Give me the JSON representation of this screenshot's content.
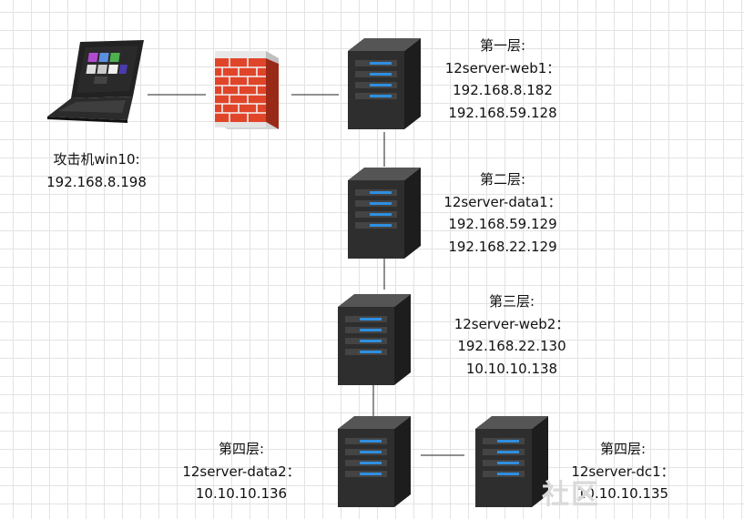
{
  "attacker": {
    "label": "攻击机win10:",
    "ip": "192.168.8.198"
  },
  "layers": [
    {
      "layer": "第一层:",
      "name": "12server-web1：",
      "ips": [
        "192.168.8.182",
        "192.168.59.128"
      ]
    },
    {
      "layer": "第二层:",
      "name": "12server-data1：",
      "ips": [
        "192.168.59.129",
        "192.168.22.129"
      ]
    },
    {
      "layer": "第三层:",
      "name": "12server-web2：",
      "ips": [
        "192.168.22.130",
        "10.10.10.138"
      ]
    },
    {
      "layer": "第四层:",
      "name": "12server-data2：",
      "ips": [
        "10.10.10.136"
      ]
    },
    {
      "layer": "第四层:",
      "name": "12server-dc1：",
      "ips": [
        "10.10.10.135"
      ]
    }
  ],
  "watermark": "社区",
  "icons": {
    "laptop": "laptop-icon",
    "firewall": "firewall-icon",
    "server": "server-icon"
  },
  "colors": {
    "server_body": "#2b2b2b",
    "server_led": "#2f8fe0",
    "brick": "#e0452a",
    "connector": "#222222"
  }
}
